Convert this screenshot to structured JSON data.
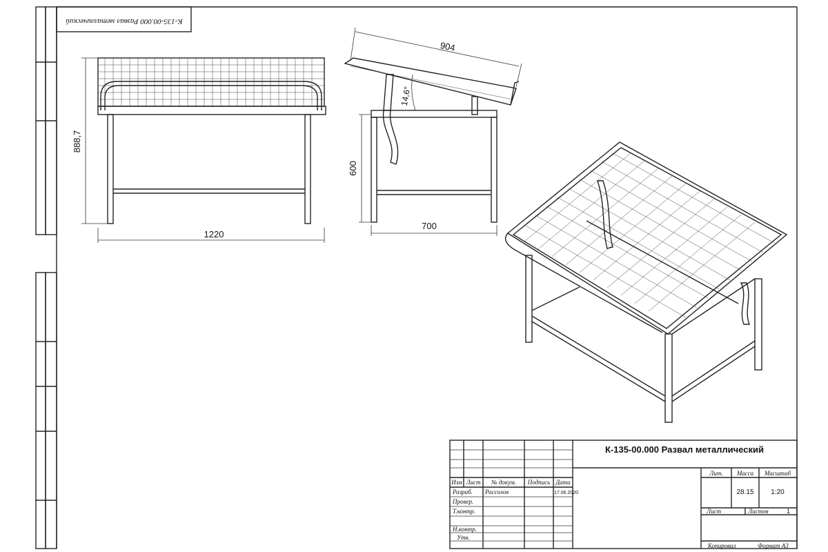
{
  "drawing": {
    "stamp_rotated": "К-135-00.000 Развал металлический",
    "dims": {
      "height": "888,7",
      "width": "1220",
      "depth": "904",
      "leg_height": "600",
      "base": "700",
      "angle": "14,6°"
    }
  },
  "title_block": {
    "title": "К-135-00.000 Развал металлический",
    "headers": {
      "izm": "Изм",
      "list": "Лист",
      "doc": "№ докум.",
      "sign": "Подпись",
      "date": "Дата"
    },
    "rows": [
      {
        "label": "Разраб.",
        "name": "Рассолов",
        "date": "17.06.2020"
      },
      {
        "label": "Провер.",
        "name": "",
        "date": ""
      },
      {
        "label": "Т.контр.",
        "name": "",
        "date": ""
      },
      {
        "label": "Н.контр.",
        "name": "",
        "date": ""
      },
      {
        "label": "Утв.",
        "name": "",
        "date": ""
      }
    ],
    "lit_label": "Лит.",
    "mass_label": "Масса",
    "scale_label": "Масштаб",
    "mass": "28.15",
    "scale": "1:20",
    "sheet_label": "Лист",
    "sheets_label": "Листов",
    "sheets": "1",
    "copied": "Копировал",
    "format": "Формат А3"
  }
}
